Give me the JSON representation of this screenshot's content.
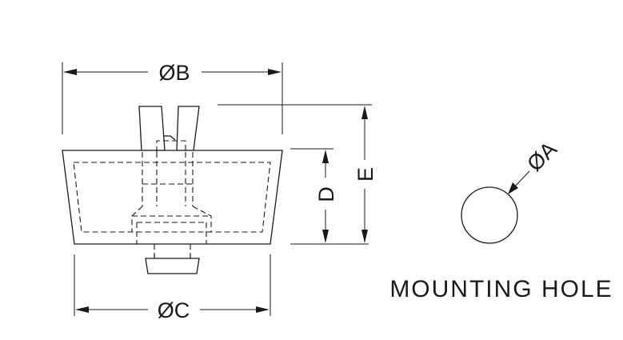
{
  "labels": {
    "dim_b": "ØB",
    "dim_c": "ØC",
    "dim_d": "D",
    "dim_e": "E",
    "dim_a": "ØA",
    "mounting_hole": "MOUNTING HOLE"
  },
  "colors": {
    "line": "#1a1a1a",
    "background": "#ffffff"
  }
}
